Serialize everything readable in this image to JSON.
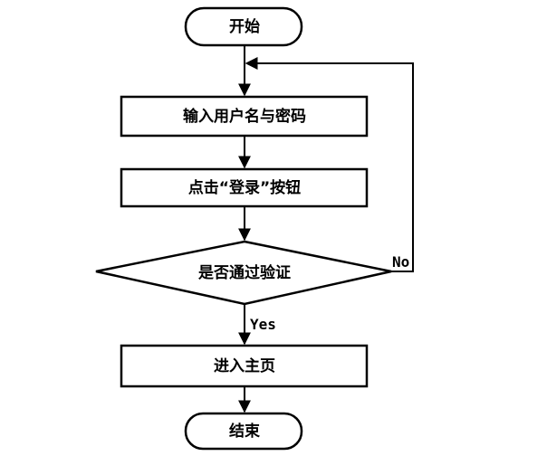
{
  "flowchart": {
    "nodes": {
      "start": {
        "shape": "terminal",
        "label": "开始"
      },
      "input_credentials": {
        "shape": "process",
        "label": "输入用户名与密码"
      },
      "click_login": {
        "shape": "process",
        "label": "点击“登录”按钮"
      },
      "verify": {
        "shape": "decision",
        "label": "是否通过验证"
      },
      "enter_home": {
        "shape": "process",
        "label": "进入主页"
      },
      "end": {
        "shape": "terminal",
        "label": "结束"
      }
    },
    "edges": [
      {
        "from": "start",
        "to": "input_credentials",
        "label": ""
      },
      {
        "from": "input_credentials",
        "to": "click_login",
        "label": ""
      },
      {
        "from": "click_login",
        "to": "verify",
        "label": ""
      },
      {
        "from": "verify",
        "to": "enter_home",
        "label": "Yes"
      },
      {
        "from": "verify",
        "to": "input_credentials",
        "label": "No"
      },
      {
        "from": "enter_home",
        "to": "end",
        "label": ""
      }
    ]
  },
  "colors": {
    "stroke": "#000000",
    "fill": "#ffffff",
    "text": "#000000"
  }
}
